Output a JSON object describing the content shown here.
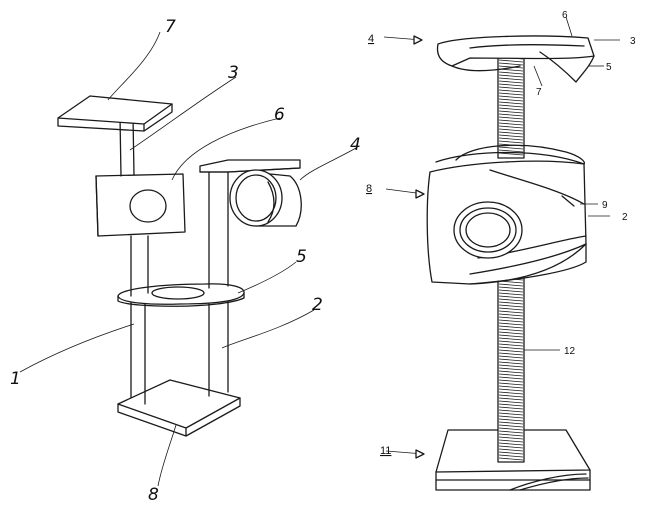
{
  "figure_left": {
    "labels": [
      "7",
      "3",
      "6",
      "4",
      "5",
      "2",
      "1",
      "8"
    ]
  },
  "figure_right": {
    "labels": [
      "4",
      "6",
      "3",
      "5",
      "7",
      "8",
      "9",
      "2",
      "12",
      "11"
    ]
  },
  "colors": {
    "ink": "#1a1a1a",
    "paper": "#ffffff"
  }
}
